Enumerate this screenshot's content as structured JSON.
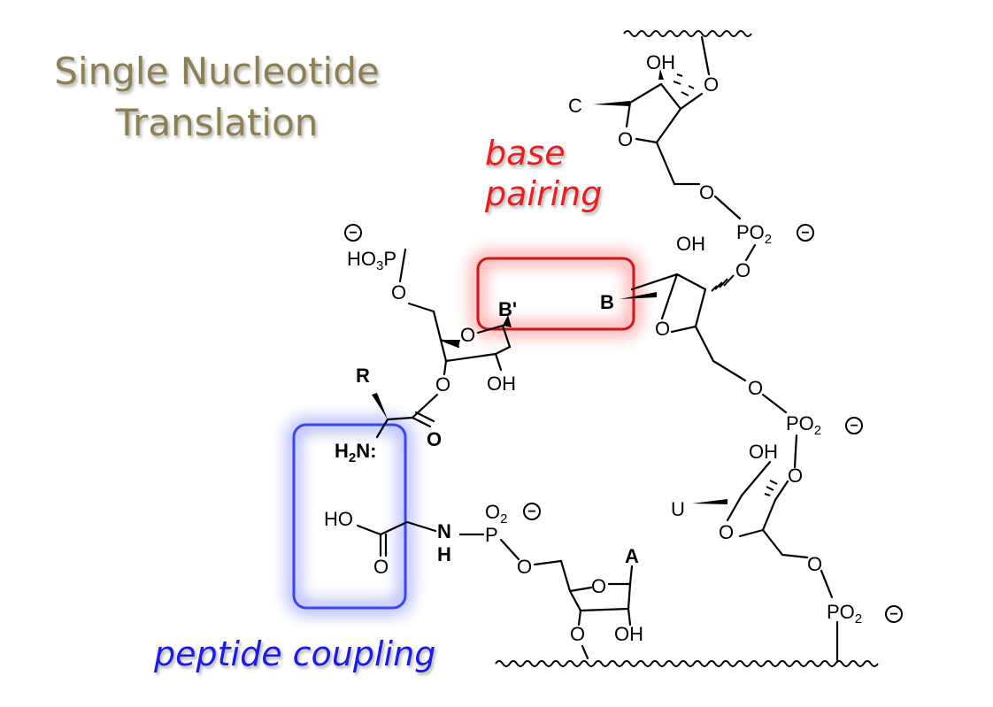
{
  "title": {
    "line1": "Single Nucleotide",
    "line2": "Translation"
  },
  "annotations": {
    "base_pairing": {
      "line1": "base",
      "line2": "pairing",
      "color": "#ee1c1c"
    },
    "peptide_coupling": {
      "text": "peptide coupling",
      "color": "#1a1aee"
    }
  },
  "colors": {
    "title": "#8c7f52",
    "red_box": "#c8191a",
    "blue_box": "#3b46ee"
  },
  "atoms": {
    "oh": "OH",
    "o": "O",
    "c": "C",
    "b": "B",
    "b_prime": "B'",
    "u": "U",
    "a": "A",
    "r": "R",
    "p": "P",
    "po": "PO",
    "ho3p_ho": "HO",
    "ho3p_3": "3",
    "ho3p_p": "P",
    "h2n_h": "H",
    "h2n_2": "2",
    "h2n_n": "N:",
    "ho": "HO",
    "n": "N",
    "h": "H",
    "o2_o": "O",
    "sub2": "2",
    "minus": "−"
  }
}
